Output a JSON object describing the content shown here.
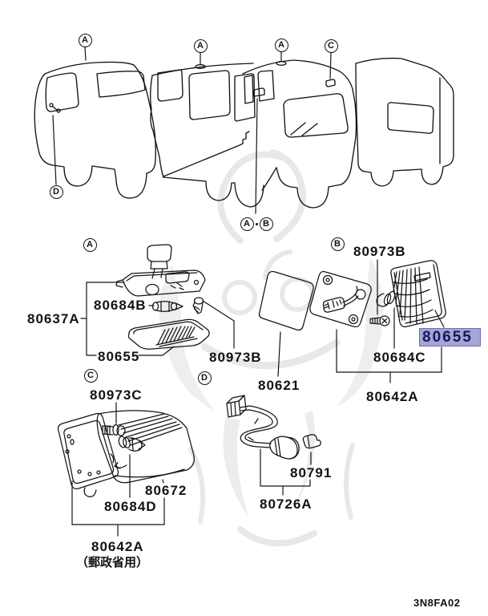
{
  "page": {
    "diagram_code": "3N8FA02"
  },
  "colors": {
    "line_art": "#141414",
    "highlight_background": "#a5a5d6",
    "highlight_border": "#6f6fb0",
    "highlight_text": "#16165f",
    "watermark": "#e3e3e3"
  },
  "callouts": {
    "van1_roof": "A",
    "van1_front": "D",
    "van2_roof": "A",
    "pillar_first": "A",
    "pillar_second": "B",
    "van3_roof": "A",
    "van3_rear": "C",
    "section_a": "A",
    "section_b": "B",
    "section_c": "C",
    "section_d": "D"
  },
  "sections": {
    "a": {
      "assembly": "80637A",
      "bulb": "80684B",
      "lens": "80655",
      "screw": "80973B"
    },
    "b": {
      "screw": "80973B",
      "lens": "80621",
      "lamp_selected": "80655",
      "bulb": "80684C",
      "assembly": "80642A"
    },
    "c": {
      "screw": "80973C",
      "housing": "80672",
      "bulb": "80684D",
      "assembly": "80642A",
      "usage_note": "（郵政省用）"
    },
    "d": {
      "bulb": "80791",
      "harness": "80726A"
    }
  }
}
